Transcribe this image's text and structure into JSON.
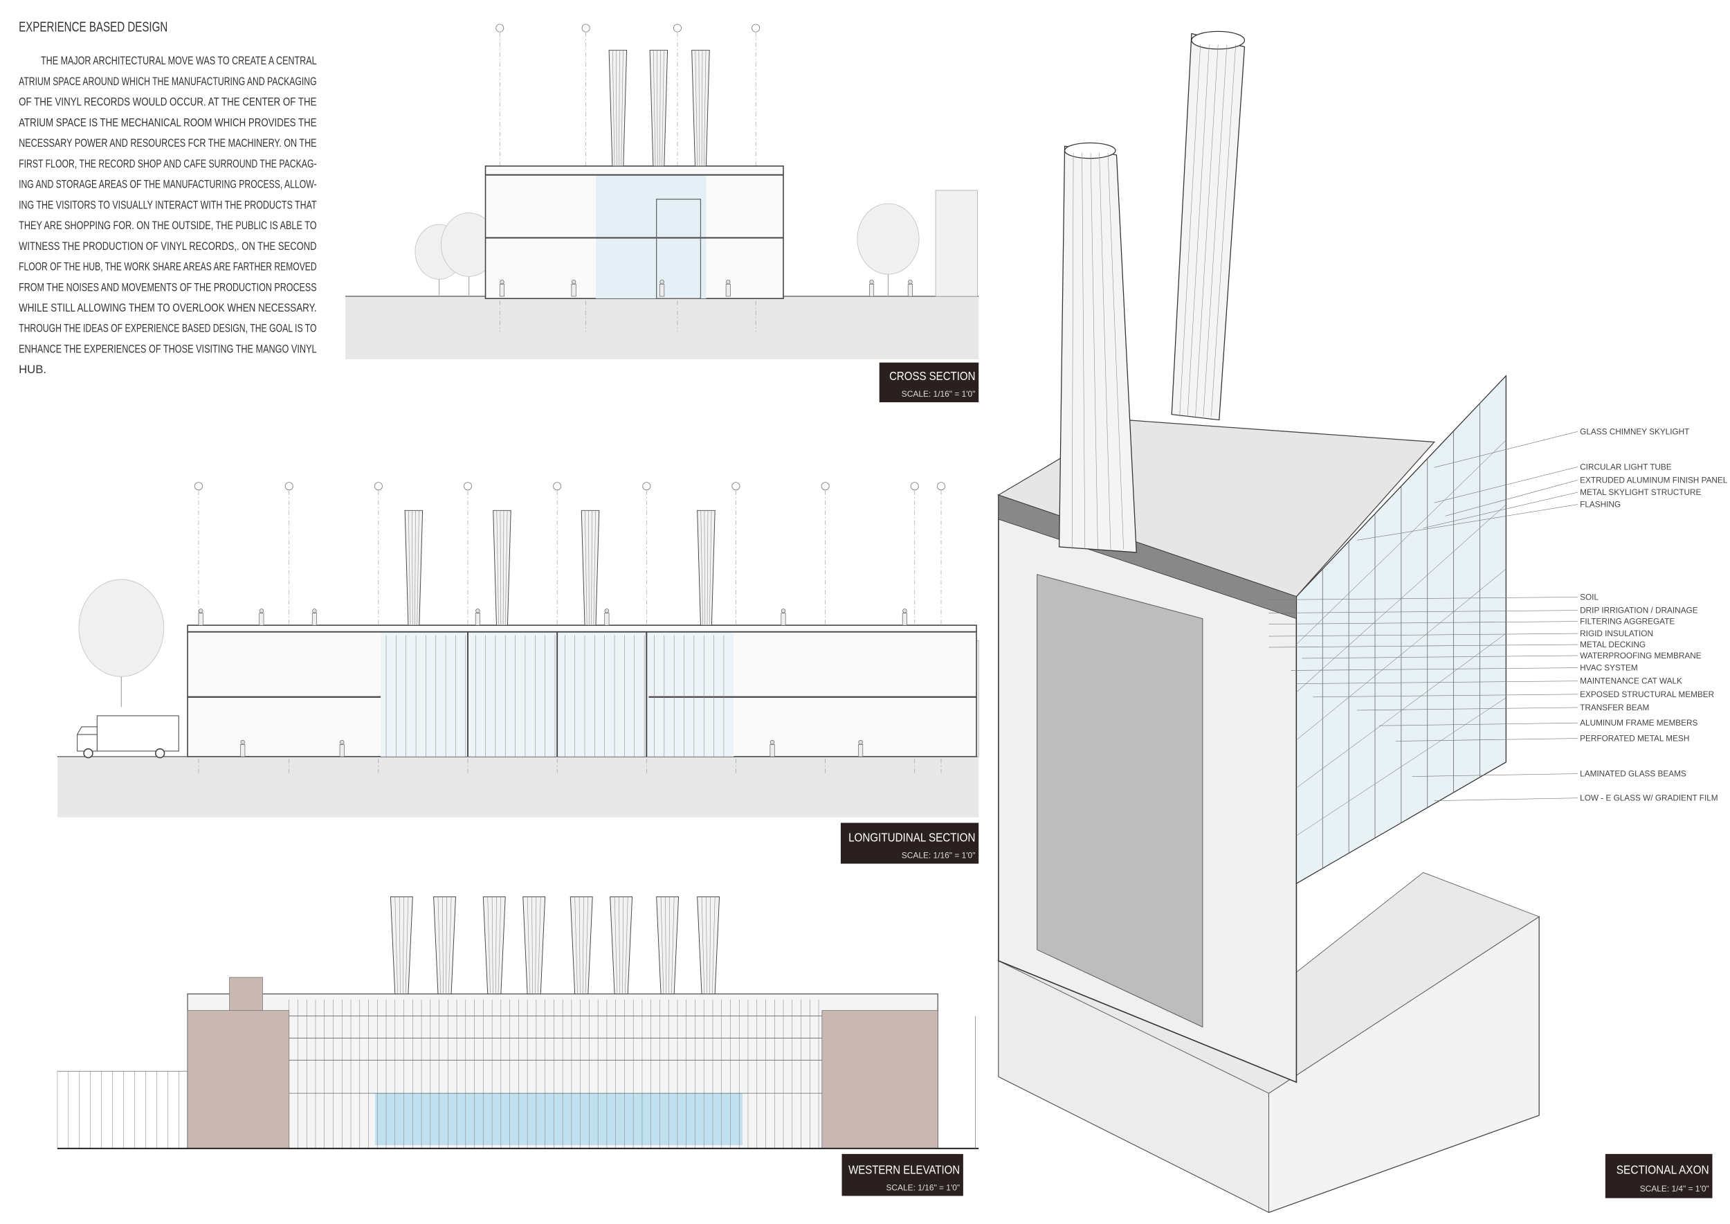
{
  "text_panel": {
    "title": "EXPERIENCE BASED DESIGN",
    "paragraph_lines": [
      "THE MAJOR ARCHITECTURAL MOVE WAS TO CREATE A CENTRAL",
      "ATRIUM SPACE AROUND WHICH THE MANUFACTURING AND PACKAGING",
      "OF THE VINYL RECORDS WOULD OCCUR. AT THE CENTER OF THE",
      "ATRIUM SPACE IS THE MECHANICAL ROOM WHICH PROVIDES THE",
      "NECESSARY POWER AND RESOURCES FCR THE MACHINERY. ON THE",
      "FIRST FLOOR, THE RECORD SHOP AND CAFE SURROUND THE PACKAG-",
      "ING AND STORAGE AREAS OF THE MANUFACTURING PROCESS, ALLOW-",
      "ING THE VISITORS TO VISUALLY INTERACT WITH THE PRODUCTS THAT",
      "THEY ARE SHOPPING FOR. ON THE OUTSIDE, THE PUBLIC IS ABLE TO",
      "WITNESS THE PRODUCTION OF VINYL RECORDS,. ON THE SECOND",
      "FLOOR OF THE HUB, THE WORK SHARE AREAS ARE FARTHER REMOVED",
      "FROM THE NOISES AND MOVEMENTS OF THE PRODUCTION PROCESS",
      "WHILE STILL ALLOWING THEM TO OVERLOOK WHEN NECESSARY.",
      "THROUGH THE IDEAS OF EXPERIENCE BASED DESIGN, THE GOAL IS TO",
      "ENHANCE THE EXPERIENCES OF THOSE VISITING THE MANGO VINYL",
      "HUB."
    ]
  },
  "drawings": {
    "cross_section": {
      "title": "CROSS SECTION",
      "scale": "SCALE: 1/16\" = 1'0\""
    },
    "longitudinal_section": {
      "title": "LONGITUDINAL SECTION",
      "scale": "SCALE: 1/16\" = 1'0\""
    },
    "western_elevation": {
      "title": "WESTERN ELEVATION",
      "scale": "SCALE: 1/16\" = 1'0\""
    },
    "sectional_axon": {
      "title": "SECTIONAL AXON",
      "scale": "SCALE: 1/4\" = 1'0\""
    }
  },
  "axon_callouts": [
    "GLASS CHIMNEY SKYLIGHT",
    "CIRCULAR LIGHT TUBE",
    "EXTRUDED ALUMINUM FINISH PANEL",
    "METAL SKYLIGHT STRUCTURE",
    "FLASHING",
    "SOIL",
    "DRIP IRRIGATION / DRAINAGE",
    "FILTERING AGGREGATE",
    "RIGID INSULATION",
    "METAL DECKING",
    "WATERPROOFING MEMBRANE",
    "HVAC SYSTEM",
    "MAINTENANCE CAT WALK",
    "EXPOSED STRUCTURAL MEMBER",
    "TRANSFER BEAM",
    "ALUMINUM FRAME MEMBERS",
    "PERFORATED METAL MESH",
    "LAMINATED GLASS BEAMS",
    "LOW - E GLASS W/ GRADIENT FILM"
  ],
  "colors": {
    "label_box": "#2b2020",
    "glass": "#cfe4ee",
    "brick": "#b9a49c",
    "ground": "#e6e6e6"
  }
}
